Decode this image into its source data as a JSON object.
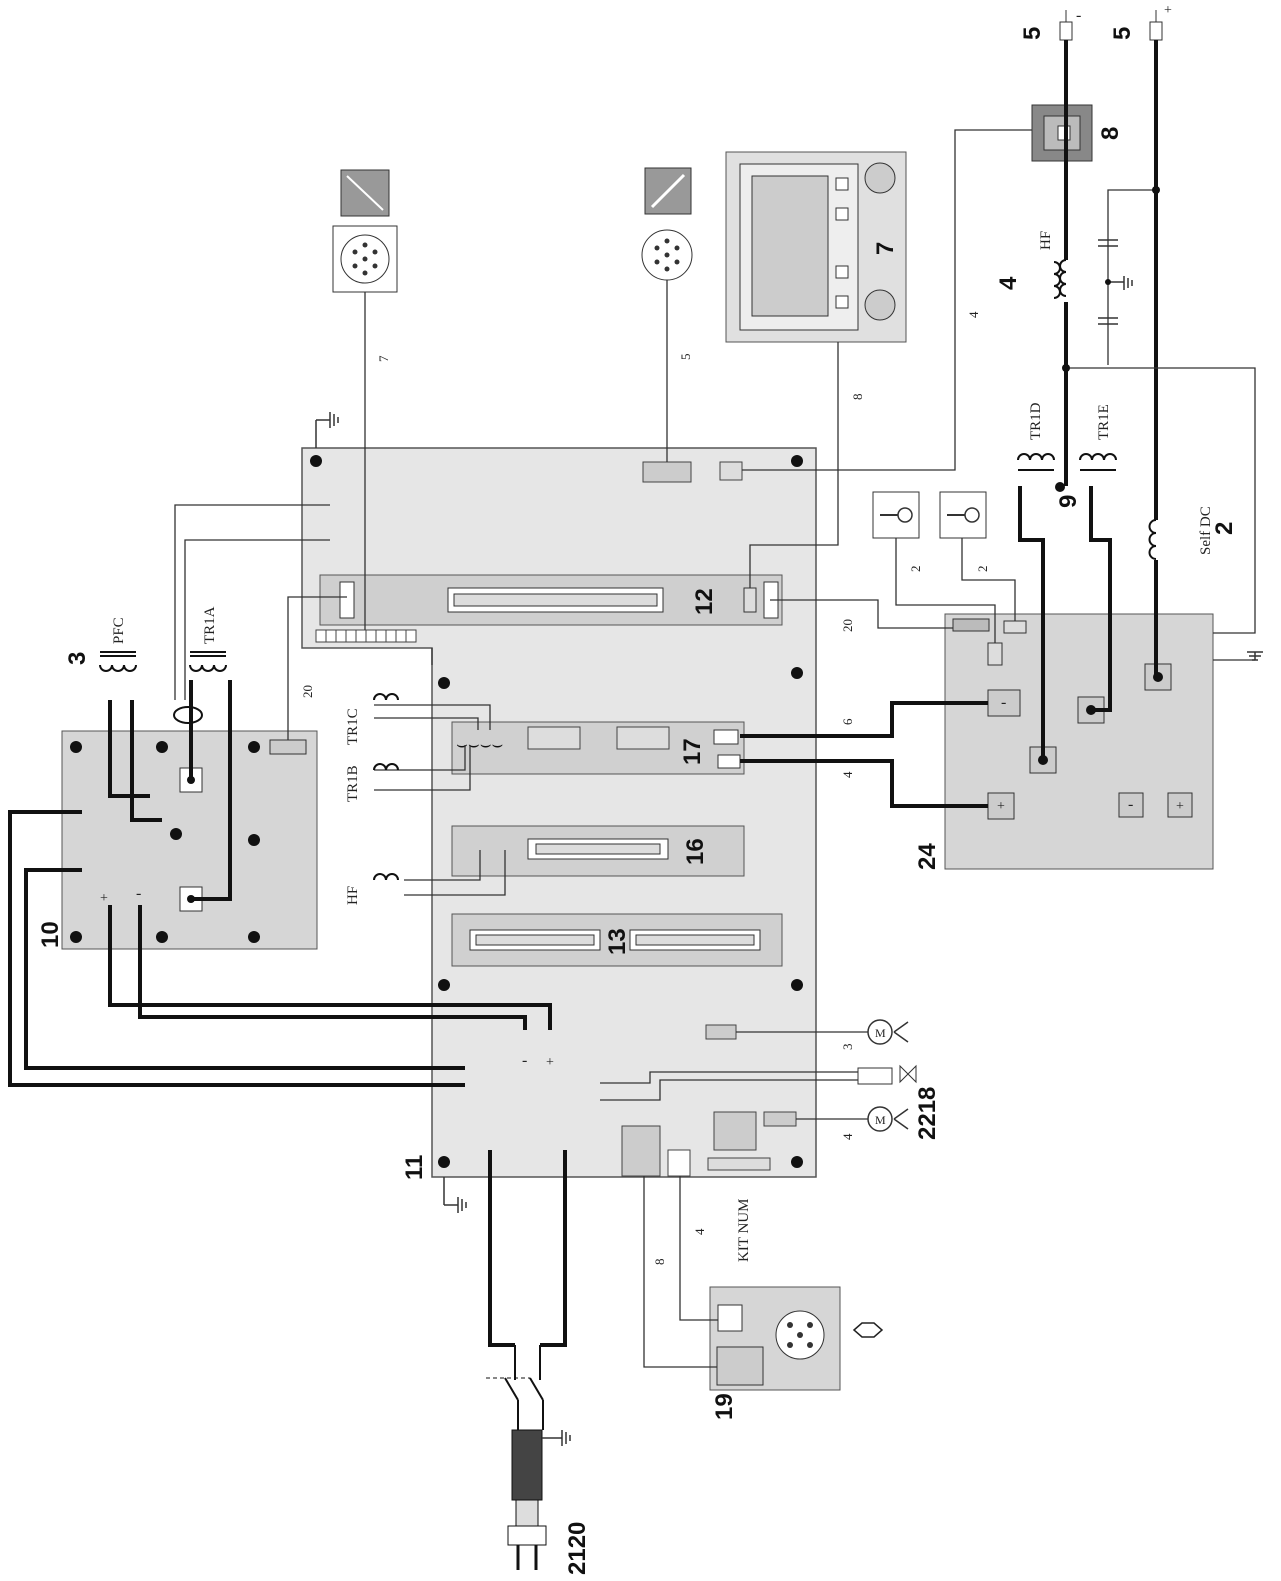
{
  "component_labels": {
    "c3": "3",
    "c10": "10",
    "c11": "11",
    "c12": "12",
    "c13": "13",
    "c16": "16",
    "c17": "17",
    "c19": "19",
    "c24": "24",
    "c2120": "2120",
    "c2218": "2218",
    "c5_minus": "5",
    "c5_plus": "5",
    "c8": "8",
    "c7": "7",
    "c4": "4",
    "c9": "9",
    "c2": "2"
  },
  "transformer_labels": {
    "pfc": "PFC",
    "tr1a": "TR1A",
    "tr1b": "TR1B",
    "tr1c": "TR1C",
    "hf_main": "HF",
    "tr1d": "TR1D",
    "tr1e": "TR1E",
    "hf_coil": "HF",
    "self_dc": "Self DC"
  },
  "wire_counts": {
    "w7": "7",
    "w5": "5",
    "w8_panel": "8",
    "w4_hf": "4",
    "w20_top": "20",
    "w20_left": "20",
    "w2_a": "2",
    "w2_b": "2",
    "w6": "6",
    "w4_17": "4",
    "w3_fan": "3",
    "w4_fan": "4",
    "w8_kit": "8",
    "w4_kit": "4"
  },
  "text": {
    "kit_num": "KIT NUM",
    "motor": "M"
  },
  "polarity": {
    "minus": "-",
    "plus": "+"
  }
}
